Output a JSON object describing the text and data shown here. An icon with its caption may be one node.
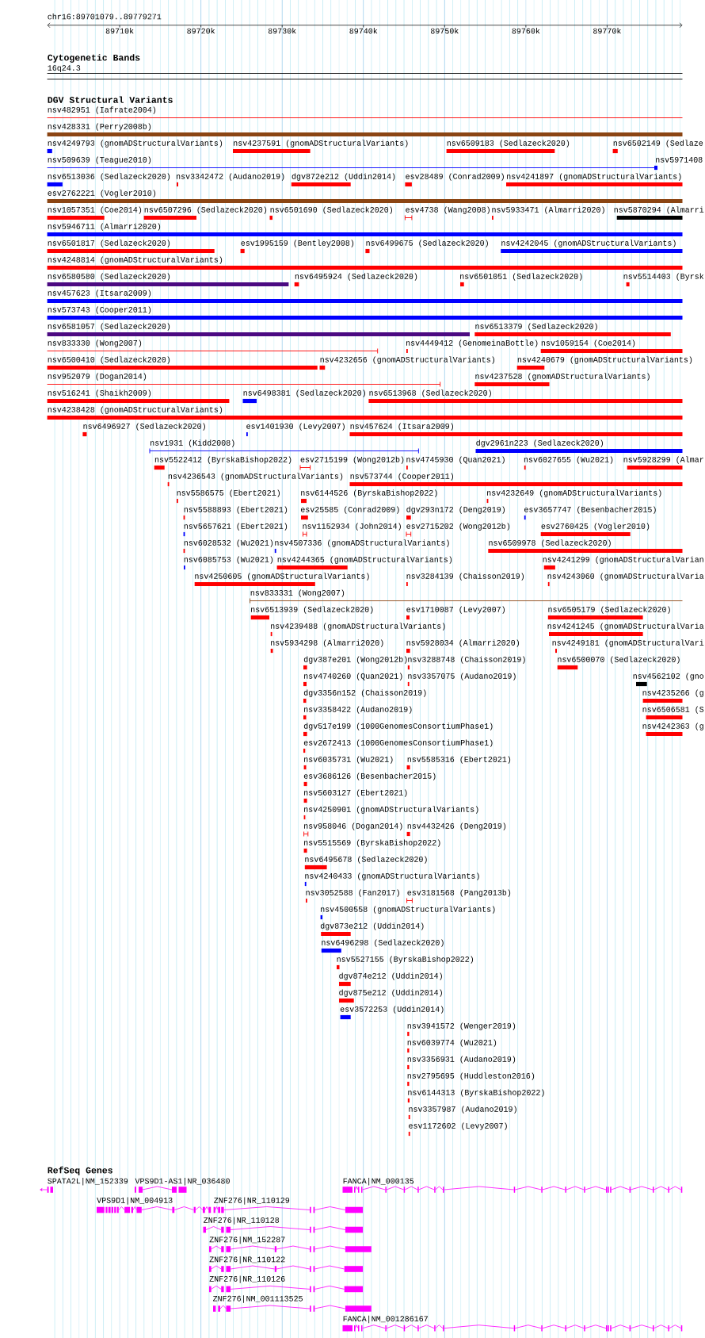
{
  "diagram": {
    "labels": [
      "chr16:89701079..89779271",
      "89710k",
      "89720k",
      "89730k",
      "89740k",
      "89750k",
      "89760k",
      "89770k",
      "Cytogenetic Bands",
      "16q24.3",
      "DGV Structural Variants",
      "nsv482951 (Iafrate2004)",
      "nsv428331 (Perry2008b)",
      "nsv4249793 (gnomADStructuralVariants)",
      "nsv4237591 (gnomADStructuralVariants)",
      "nsv6509183 (Sedlazeck2020)",
      "nsv6502149 (Sedlaze",
      "nsv509639 (Teague2010)",
      "nsv5971408",
      "nsv6513036 (Sedlazeck2020)",
      "nsv3342472 (Audano2019)",
      "dgv872e212 (Uddin2014)",
      "esv28489 (Conrad2009)",
      "nsv4241897 (gnomADStructuralVariants)",
      "esv2762221 (Vogler2010)",
      "nsv1057351 (Coe2014)",
      "nsv6507296 (Sedlazeck2020)",
      "nsv6501690 (Sedlazeck2020)",
      "esv4738 (Wang2008)",
      "nsv5933471 (Almarri2020)",
      "nsv5870294 (Almarri",
      "nsv5946711 (Almarri2020)",
      "nsv6501817 (Sedlazeck2020)",
      "esv1995159 (Bentley2008)",
      "nsv6499675 (Sedlazeck2020)",
      "nsv4242045 (gnomADStructuralVariants)",
      "nsv4248814 (gnomADStructuralVariants)",
      "nsv6580580 (Sedlazeck2020)",
      "nsv6495924 (Sedlazeck2020)",
      "nsv6501051 (Sedlazeck2020)",
      "nsv5514403 (Byrsk",
      "nsv457623 (Itsara2009)",
      "nsv573743 (Cooper2011)",
      "nsv6581057 (Sedlazeck2020)",
      "nsv6513379 (Sedlazeck2020)",
      "nsv833330 (Wong2007)",
      "nsv4449412 (GenomeinaBottle)",
      "nsv1059154 (Coe2014)",
      "nsv6500410 (Sedlazeck2020)",
      "nsv4232656 (gnomADStructuralVariants)",
      "nsv4240679 (gnomADStructuralVariants)",
      "nsv952079 (Dogan2014)",
      "nsv4237528 (gnomADStructuralVariants)",
      "nsv516241 (Shaikh2009)",
      "nsv6498381 (Sedlazeck2020)",
      "nsv6513968 (Sedlazeck2020)",
      "nsv4238428 (gnomADStructuralVariants)",
      "nsv6496927 (Sedlazeck2020)",
      "esv1401930 (Levy2007)",
      "nsv457624 (Itsara2009)",
      "nsv1931 (Kidd2008)",
      "dgv2961n223 (Sedlazeck2020)",
      "nsv5522412 (ByrskaBishop2022)",
      "esv2715199 (Wong2012b)",
      "nsv4745930 (Quan2021)",
      "nsv6027655 (Wu2021)",
      "nsv5928299 (Almar",
      "nsv4236543 (gnomADStructuralVariants)",
      "nsv573744 (Cooper2011)",
      "nsv5586575 (Ebert2021)",
      "nsv6144526 (ByrskaBishop2022)",
      "nsv4232649 (gnomADStructuralVariants)",
      "nsv5588893 (Ebert2021)",
      "esv25585 (Conrad2009)",
      "dgv293n172 (Deng2019)",
      "esv3657747 (Besenbacher2015)",
      "nsv5657621 (Ebert2021)",
      "nsv1152934 (John2014)",
      "esv2715202 (Wong2012b)",
      "esv2760425 (Vogler2010)",
      "nsv6028532 (Wu2021)",
      "nsv4507336 (gnomADStructuralVariants)",
      "nsv6509978 (Sedlazeck2020)",
      "nsv6085753 (Wu2021)",
      "nsv4244365 (gnomADStructuralVariants)",
      "nsv4241299 (gnomADStructuralVarian",
      "nsv4250605 (gnomADStructuralVariants)",
      "nsv3284139 (Chaisson2019)",
      "nsv4243060 (gnomADStructuralVaria",
      "nsv833331 (Wong2007)",
      "nsv6513939 (Sedlazeck2020)",
      "esv1710087 (Levy2007)",
      "nsv6505179 (Sedlazeck2020)",
      "nsv4239488 (gnomADStructuralVariants)",
      "nsv4241245 (gnomADStructuralVaria",
      "nsv5934298 (Almarri2020)",
      "nsv5928034 (Almarri2020)",
      "nsv4249181 (gnomADStructuralVari",
      "dgv387e201 (Wong2012b)",
      "nsv3288748 (Chaisson2019)",
      "nsv6500070 (Sedlazeck2020)",
      "nsv4740260 (Quan2021)",
      "nsv3357075 (Audano2019)",
      "nsv4562102 (gno",
      "dgv3356n152 (Chaisson2019)",
      "nsv4235266 (g",
      "nsv3358422 (Audano2019)",
      "nsv6506581 (S",
      "dgv517e199 (1000GenomesConsortiumPhase1)",
      "nsv4242363 (g",
      "esv2672413 (1000GenomesConsortiumPhase1)",
      "nsv6035731 (Wu2021)",
      "nsv5585316 (Ebert2021)",
      "esv3686126 (Besenbacher2015)",
      "nsv5603127 (Ebert2021)",
      "nsv4250901 (gnomADStructuralVariants)",
      "nsv958046 (Dogan2014)",
      "nsv4432426 (Deng2019)",
      "nsv5515569 (ByrskaBishop2022)",
      "nsv6495678 (Sedlazeck2020)",
      "nsv4240433 (gnomADStructuralVariants)",
      "nsv3052588 (Fan2017)",
      "esv3181568 (Pang2013b)",
      "nsv4500558 (gnomADStructuralVariants)",
      "dgv873e212 (Uddin2014)",
      "nsv6496298 (Sedlazeck2020)",
      "nsv5527155 (ByrskaBishop2022)",
      "dgv874e212 (Uddin2014)",
      "dgv875e212 (Uddin2014)",
      "esv3572253 (Uddin2014)",
      "nsv3941572 (Wenger2019)",
      "nsv6039774 (Wu2021)",
      "nsv3356931 (Audano2019)",
      "nsv2795695 (Huddleston2016)",
      "nsv6144313 (ByrskaBishop2022)",
      "nsv3357987 (Audano2019)",
      "esv1172602 (Levy2007)",
      "RefSeq Genes",
      "SPATA2L|NM_152339",
      "VPS9D1-AS1|NR_036480",
      "FANCA|NM_000135",
      "VPS9D1|NM_004913",
      "ZNF276|NR_110129",
      "ZNF276|NR_110128",
      "ZNF276|NM_152287",
      "ZNF276|NR_110122",
      "ZNF276|NR_110126",
      "ZNF276|NM_001113525",
      "FANCA|NM_001286167"
    ]
  }
}
